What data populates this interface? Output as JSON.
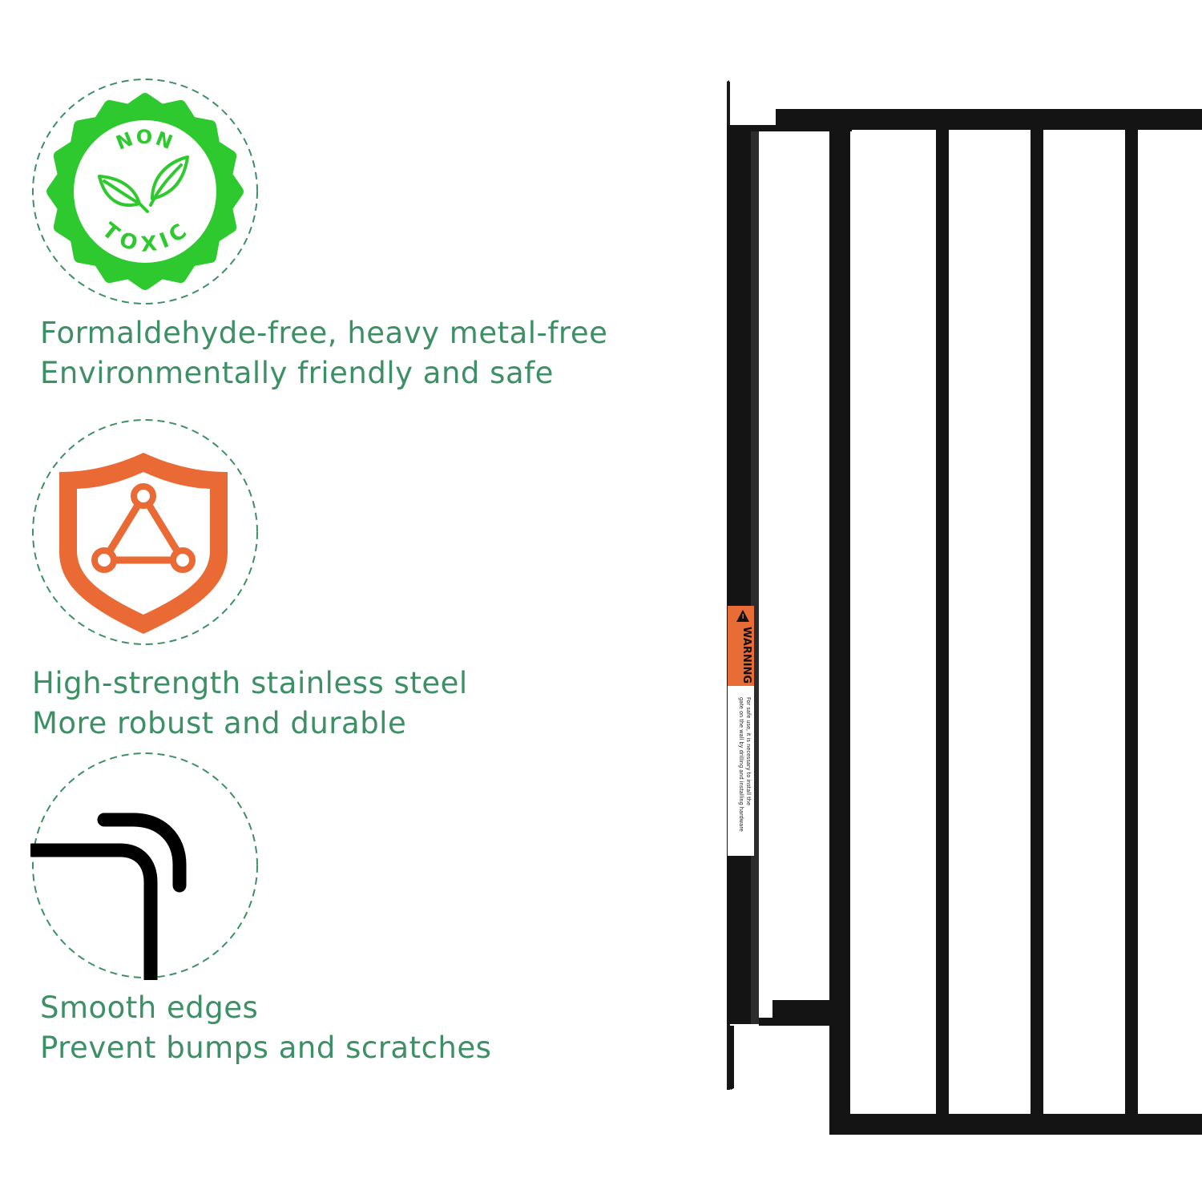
{
  "badges": {
    "non_toxic": {
      "top_text": "NON",
      "bottom_text": "TOXIC",
      "color": "#2ec92e"
    },
    "shield_color": "#e96a35",
    "edge_color": "#000000",
    "ring_color": "#3d8f66"
  },
  "features": [
    {
      "line1": "Formaldehyde-free, heavy metal-free",
      "line2": "Environmentally friendly and safe",
      "icon": "non-toxic-leaf-icon"
    },
    {
      "line1": "High-strength stainless steel",
      "line2": "More robust and durable",
      "icon": "shield-triangle-icon"
    },
    {
      "line1": "Smooth edges",
      "line2": "Prevent bumps and scratches",
      "icon": "rounded-corner-icon"
    }
  ],
  "warning_label": {
    "title": "WARNING",
    "body_line1": "For safe use, it is necessary to install the",
    "body_line2": "gate on the wall by drilling and installing hardware",
    "accent_color": "#e86c35"
  }
}
